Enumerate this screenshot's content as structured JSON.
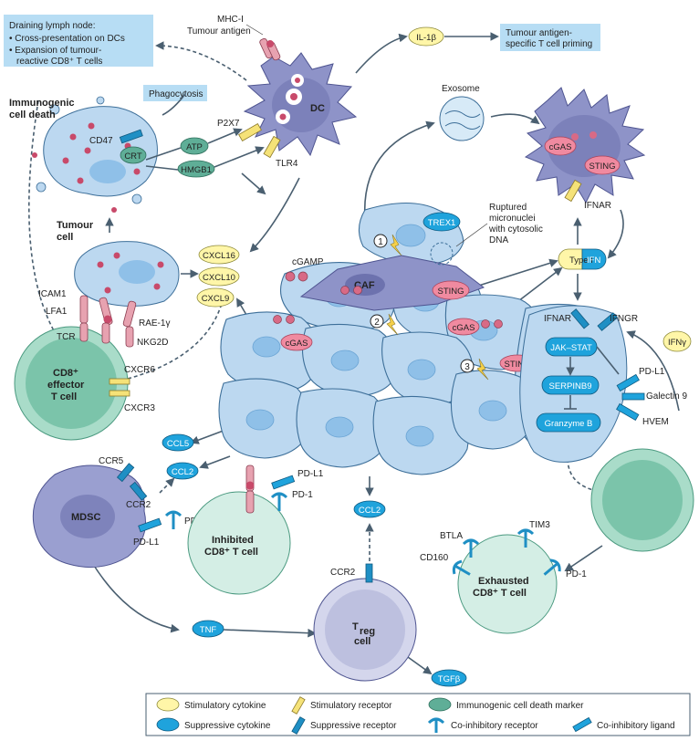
{
  "colors": {
    "stimulatory_cytokine": "#fff6a8",
    "suppressive_cytokine": "#1fa3dc",
    "stimulatory_receptor": "#f5e278",
    "suppressive_receptor": "#1f8fc4",
    "immunogenic_marker": "#5fae97",
    "sting_cgas": "#f08aa0",
    "tumour_cell": "#bcd8f0",
    "dc_cell": "#8e93c8",
    "mdsc_cell": "#9a9fd0",
    "t_cell": "#d4eee5",
    "info_box": "#b7ddf4"
  },
  "boxes": {
    "lymph_title": "Draining lymph node:",
    "lymph_item1": "• Cross-presentation on DCs",
    "lymph_item2": "• Expansion of tumour-",
    "lymph_item3": "reactive CD8⁺ T cells",
    "phagocytosis": "Phagocytosis",
    "priming_line1": "Tumour antigen-",
    "priming_line2": "specific T cell priming"
  },
  "cells": {
    "icd_title_1": "Immunogenic",
    "icd_title_2": "cell death",
    "tumour_title_1": "Tumour",
    "tumour_title_2": "cell",
    "dc": "DC",
    "caf": "CAF",
    "cd8_effector_1": "CD8⁺",
    "cd8_effector_2": "effector",
    "cd8_effector_3": "T cell",
    "mdsc": "MDSC",
    "inhibited_1": "Inhibited",
    "inhibited_2": "CD8⁺ T cell",
    "treg_1": "T",
    "treg_sub": "reg",
    "treg_2": "cell",
    "exhausted_1": "Exhausted",
    "exhausted_2": "CD8⁺ T cell",
    "exosome": "Exosome",
    "ruptured_1": "Ruptured",
    "ruptured_2": "micronuclei",
    "ruptured_3": "with cytosolic",
    "ruptured_4": "DNA"
  },
  "labels": {
    "mhc1": "MHC-I",
    "tumour_antigen": "Tumour antigen",
    "il1b": "IL-1β",
    "p2x7": "P2X7",
    "tlr4": "TLR4",
    "cd47": "CD47",
    "crt": "CRT",
    "atp": "ATP",
    "hmgb1": "HMGB1",
    "cgas_dc": "cGAS",
    "sting_dc": "STING",
    "ifnar_dc": "IFNAR",
    "trex1": "TREX1",
    "cgamp": "cGAMP",
    "sting_caf": "STING",
    "cgas_tumour": "cGAS",
    "cgas_right": "cGAS",
    "sting_right": "STING",
    "type": "Type I",
    "ifn": "IFN",
    "cxcl16": "CXCL16",
    "cxcl10": "CXCL10",
    "cxcl9": "CXCL9",
    "icam1": "ICAM1",
    "lfa1": "LFA1",
    "tcr": "TCR",
    "rae1g": "RAE-1γ",
    "nkg2d": "NKG2D",
    "cxcr6": "CXCR6",
    "cxcr3": "CXCR3",
    "ifnar": "IFNAR",
    "ifngr": "IFNGR",
    "jak_stat": "JAK–STAT",
    "serpinb9": "SERPINB9",
    "granzyme_b": "Granzyme B",
    "pdl1_right": "PD-L1",
    "galectin9": "Galectin 9",
    "hvem": "HVEM",
    "ifng": "IFNγ",
    "ccl5": "CCL5",
    "ccl2_top": "CCL2",
    "ccr5": "CCR5",
    "ccr2_mdsc": "CCR2",
    "pd1_mdsc": "PD-1",
    "pdl1_mdsc": "PD-L1",
    "pdl1_tumour": "PD-L1",
    "pd1_inhibited": "PD-1",
    "ccl2_mid": "CCL2",
    "ccr2_treg": "CCR2",
    "tnf": "TNF",
    "tgfb": "TGFβ",
    "btla": "BTLA",
    "tim3": "TIM3",
    "cd160": "CD160",
    "pd1_exhausted": "PD-1",
    "num1": "1",
    "num2": "2",
    "num3": "3"
  },
  "legend": {
    "stimulatory_cytokine": "Stimulatory cytokine",
    "stimulatory_receptor": "Stimulatory receptor",
    "immunogenic_marker": "Immunogenic cell death marker",
    "suppressive_cytokine": "Suppressive cytokine",
    "suppressive_receptor": "Suppressive receptor",
    "coinhibitory_receptor": "Co-inhibitory receptor",
    "coinhibitory_ligand": "Co-inhibitory ligand"
  }
}
